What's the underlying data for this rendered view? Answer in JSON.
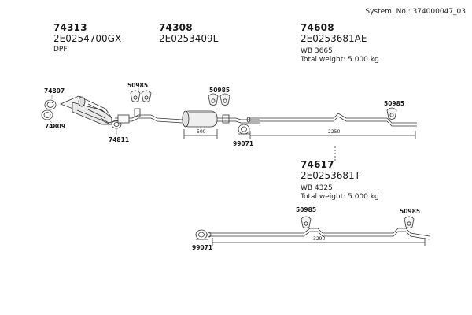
{
  "header": {
    "system_no": "System. No.: 374000047_03"
  },
  "groups": [
    {
      "part_no": "74313",
      "code": "2E0254700GX",
      "note": "DPF"
    },
    {
      "part_no": "74308",
      "code": "2E0253409L"
    },
    {
      "part_no": "74608",
      "code": "2E0253681AE",
      "wb": "WB 3665",
      "weight": "Total weight: 5.000 kg"
    },
    {
      "part_no": "74617",
      "code": "2E0253681T",
      "wb": "WB 4325",
      "weight": "Total weight: 5.000 kg"
    }
  ],
  "labels": {
    "p74807": "74807",
    "p74809": "74809",
    "p74811": "74811",
    "p50985_a": "50985",
    "p50985_b": "50985",
    "p50985_c": "50985",
    "p50985_d": "50985",
    "p50985_e": "50985",
    "p99071_a": "99071",
    "p99071_b": "99071"
  },
  "dimensions": {
    "d500": "500",
    "d2250": "2250",
    "d3290": "3290"
  }
}
